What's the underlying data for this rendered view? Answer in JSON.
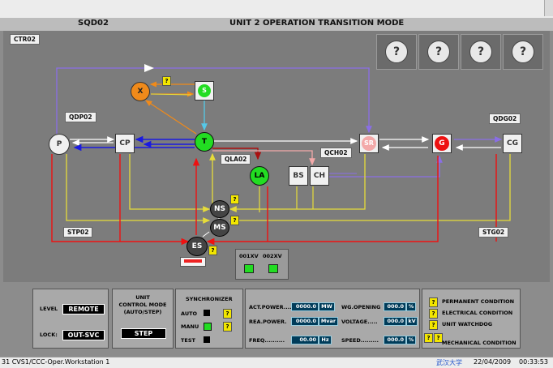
{
  "header": {
    "left_code": "SQD02",
    "title": "UNIT 2 OPERATION TRANSITION MODE"
  },
  "labels": {
    "ctr": "CTR02",
    "qdp": "QDP02",
    "qdg": "QDG02",
    "qla": "QLA02",
    "qch": "QCH02",
    "stp": "STP02",
    "stg": "STG02"
  },
  "status_buttons": [
    "?",
    "?",
    "?",
    "?"
  ],
  "nodes": {
    "P": "P",
    "CP": "CP",
    "X": "X",
    "S": "S",
    "T": "T",
    "LA": "LA",
    "BS": "BS",
    "CH": "CH",
    "SR": "SR",
    "G": "G",
    "CG": "CG",
    "NS": "NS",
    "MS": "MS",
    "ES": "ES"
  },
  "valves": {
    "v1": "001XV",
    "v2": "002XV"
  },
  "level": {
    "label": "LEVEL",
    "value": "REMOTE"
  },
  "lock": {
    "label": "LOCK:",
    "value": "OUT-SVC"
  },
  "control_mode": {
    "line1": "UNIT",
    "line2": "CONTROL MODE",
    "line3": "(AUTO/STEP)",
    "value": "STEP"
  },
  "synchronizer": {
    "title": "SYNCHRONIZER",
    "auto": "AUTO",
    "manu": "MANU",
    "test": "TEST"
  },
  "measures": {
    "act_power": {
      "label": "ACT.POWER....",
      "value": "0000.0",
      "unit": "MW"
    },
    "rea_power": {
      "label": "REA.POWER.",
      "value": "0000.0",
      "unit": "Mvar"
    },
    "freq": {
      "label": "FREQ..........",
      "value": "00.00",
      "unit": "Hz"
    },
    "wg_opening": {
      "label": "WG.OPENING",
      "value": "000.0",
      "unit": "%"
    },
    "voltage": {
      "label": "VOLTAGE.....",
      "value": "000.0",
      "unit": "kV"
    },
    "speed": {
      "label": "SPEED.........",
      "value": "000.0",
      "unit": "%"
    }
  },
  "conditions": {
    "permanent": "PERMANENT CONDITION",
    "electrical": "ELECTRICAL CONDITION",
    "watchdog": "UNIT WATCHDOG",
    "mechanical": "MECHANICAL CONDITION"
  },
  "statusbar": {
    "left": "31  CVS1/CCC-Oper.Workstation 1",
    "org": "武汉大学",
    "date": "22/04/2009",
    "time": "00:33:53"
  },
  "colors": {
    "green": "#22dd22",
    "red": "#ee1111",
    "orange": "#f08a1a",
    "pink": "#f3a9a9",
    "blue": "#1a1ae0",
    "purple": "#8a6ee6",
    "yellow": "#e6dc3a",
    "darkred": "#bb1010",
    "cyan": "#55c8e8"
  }
}
